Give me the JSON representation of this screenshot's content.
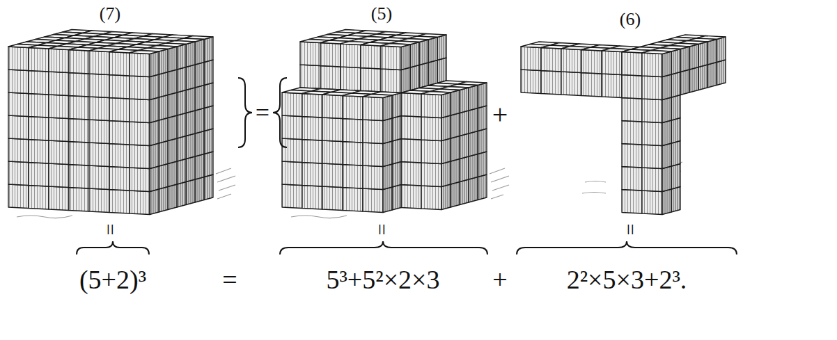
{
  "diagram": {
    "labels": [
      "(7)",
      "(5)",
      "(6)",
      "=",
      "+",
      "=",
      "=",
      "=",
      "(5+2)³",
      "=",
      "5³+5²×2×3",
      "+",
      "2²×5×3+2³."
    ]
  }
}
